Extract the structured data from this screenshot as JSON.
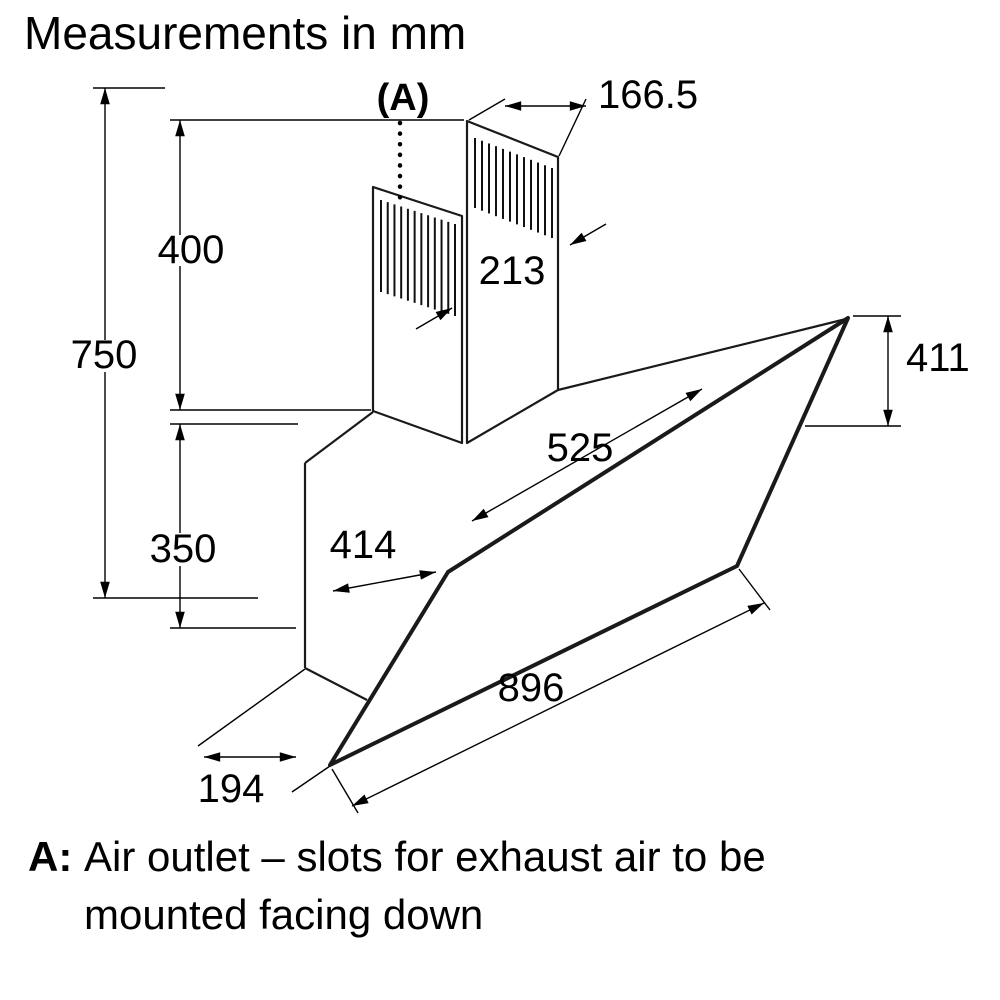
{
  "title": "Measurements in mm",
  "diagram": {
    "outlet_marker": "(A)",
    "dims": {
      "chimney_top_width": "166.5",
      "chimney_height": "400",
      "total_height": "750",
      "chimney_depth": "213",
      "top_depth": "525",
      "body_depth": "414",
      "body_height": "350",
      "panel_height": "411",
      "panel_width": "896",
      "bottom_depth": "194"
    }
  },
  "note": {
    "label": "A:",
    "line1": "Air outlet – slots for exhaust air to be",
    "line2": "mounted facing down"
  }
}
